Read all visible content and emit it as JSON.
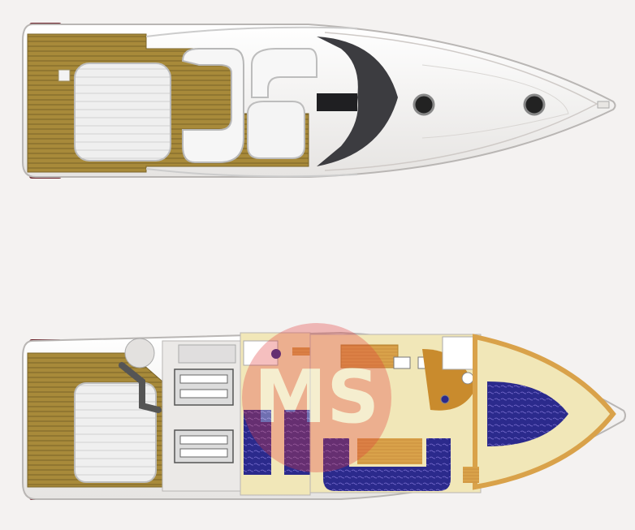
{
  "diagram": {
    "views": [
      {
        "id": "deck-plan"
      },
      {
        "id": "interior-layout"
      }
    ],
    "watermark": {
      "text": "MS",
      "color": "#e23b3b",
      "opacity": 0.32
    },
    "colors": {
      "background": "#f4f2f1",
      "hull_white": "#f7f6f4",
      "hull_outline": "#b9b6b4",
      "teak": "#a88a3a",
      "teak_dark": "#7a6428",
      "upholstery_blue": "#2b2a8c",
      "cabin_floor": "#f1e7b8",
      "wood_trim": "#d9a24a",
      "stern_red": "#6a1d26",
      "windscreen": "#3c3c40"
    }
  }
}
